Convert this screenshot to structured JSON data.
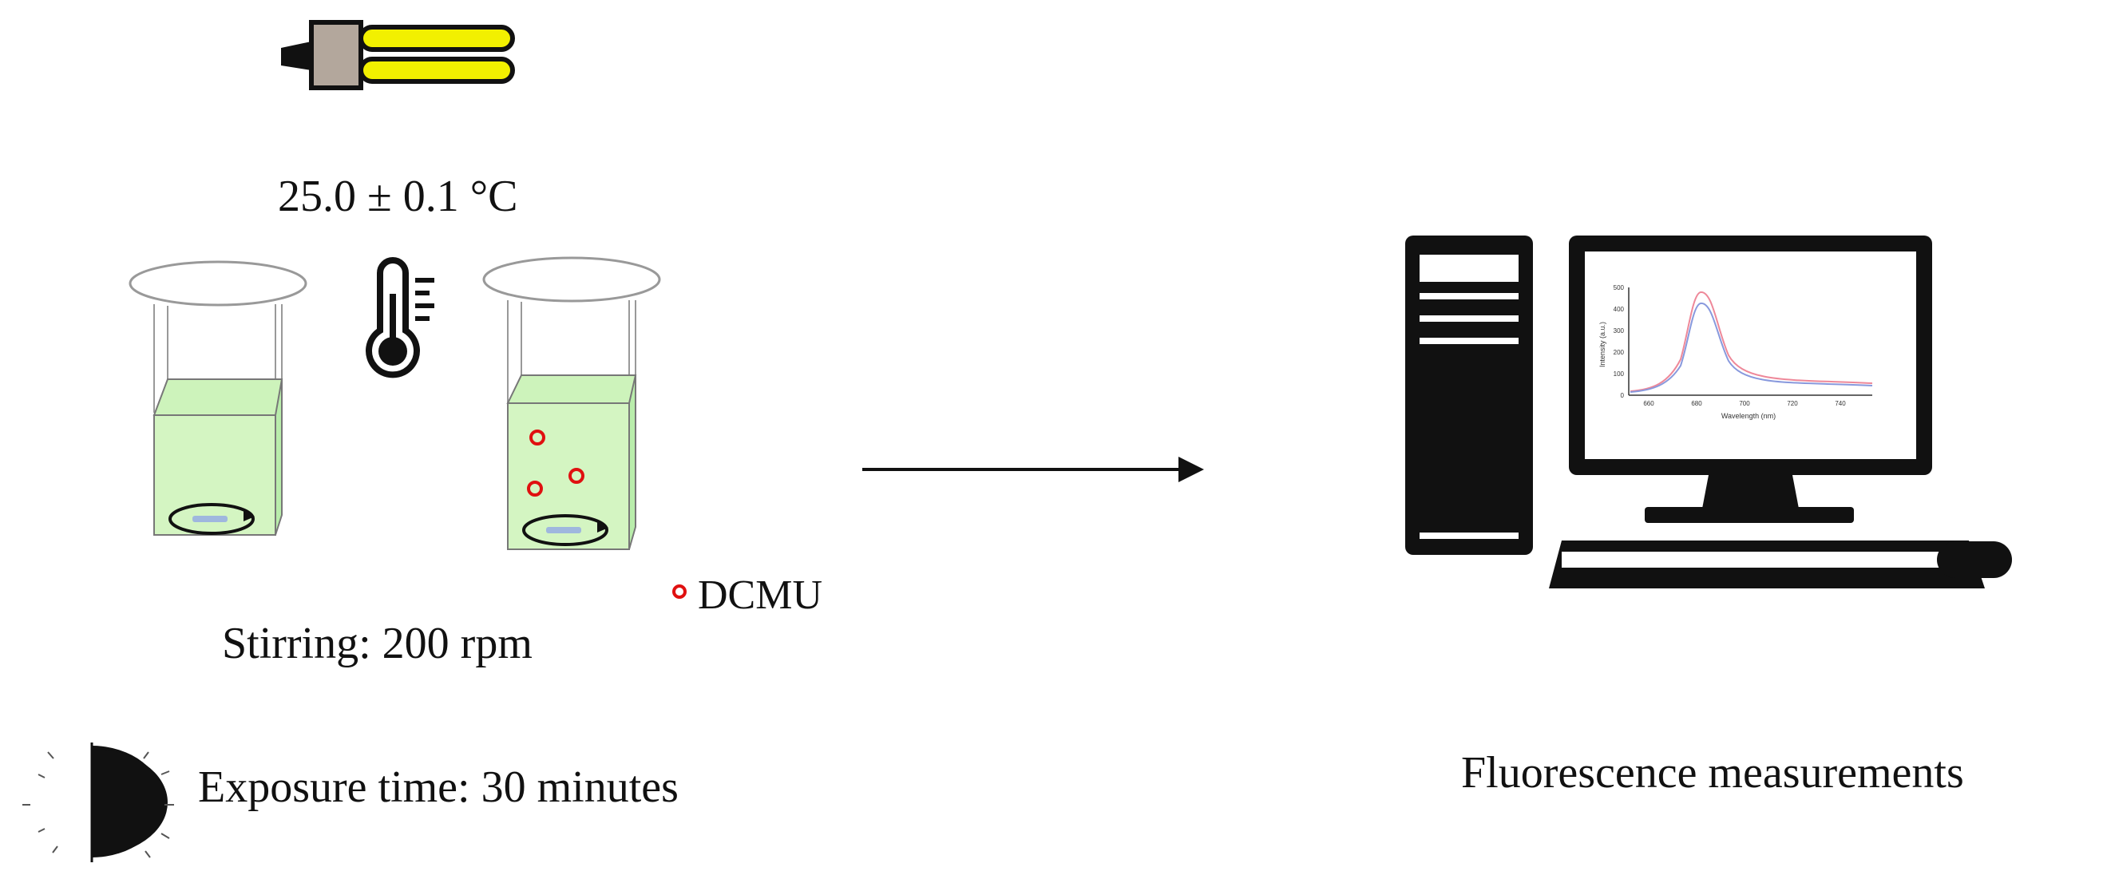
{
  "labels": {
    "temperature": "25.0 ± 0.1 °C",
    "stirring": "Stirring: 200 rpm",
    "exposure": "Exposure time: 30 minutes",
    "legend_dcmu": "DCMU",
    "fluorescence": "Fluorescence measurements"
  },
  "mini_chart": {
    "ylabel": "Intensity (a.u.)",
    "xlabel": "Wavelength (nm)",
    "yticks": [
      "500",
      "400",
      "300",
      "200",
      "100",
      "0"
    ],
    "xticks": [
      "660",
      "680",
      "700",
      "720",
      "740"
    ]
  },
  "colors": {
    "lamp_tube": "#f2f000",
    "lamp_base": "#b3a79c",
    "cuvette_liquid": "#d4f5c2",
    "dcmu_marker": "#e01010",
    "curve_1": "#ee8899",
    "curve_2": "#8899dd"
  },
  "icons": [
    "lamp-icon",
    "thermometer-icon",
    "computer-icon",
    "half-sun-icon",
    "arrow-icon"
  ]
}
